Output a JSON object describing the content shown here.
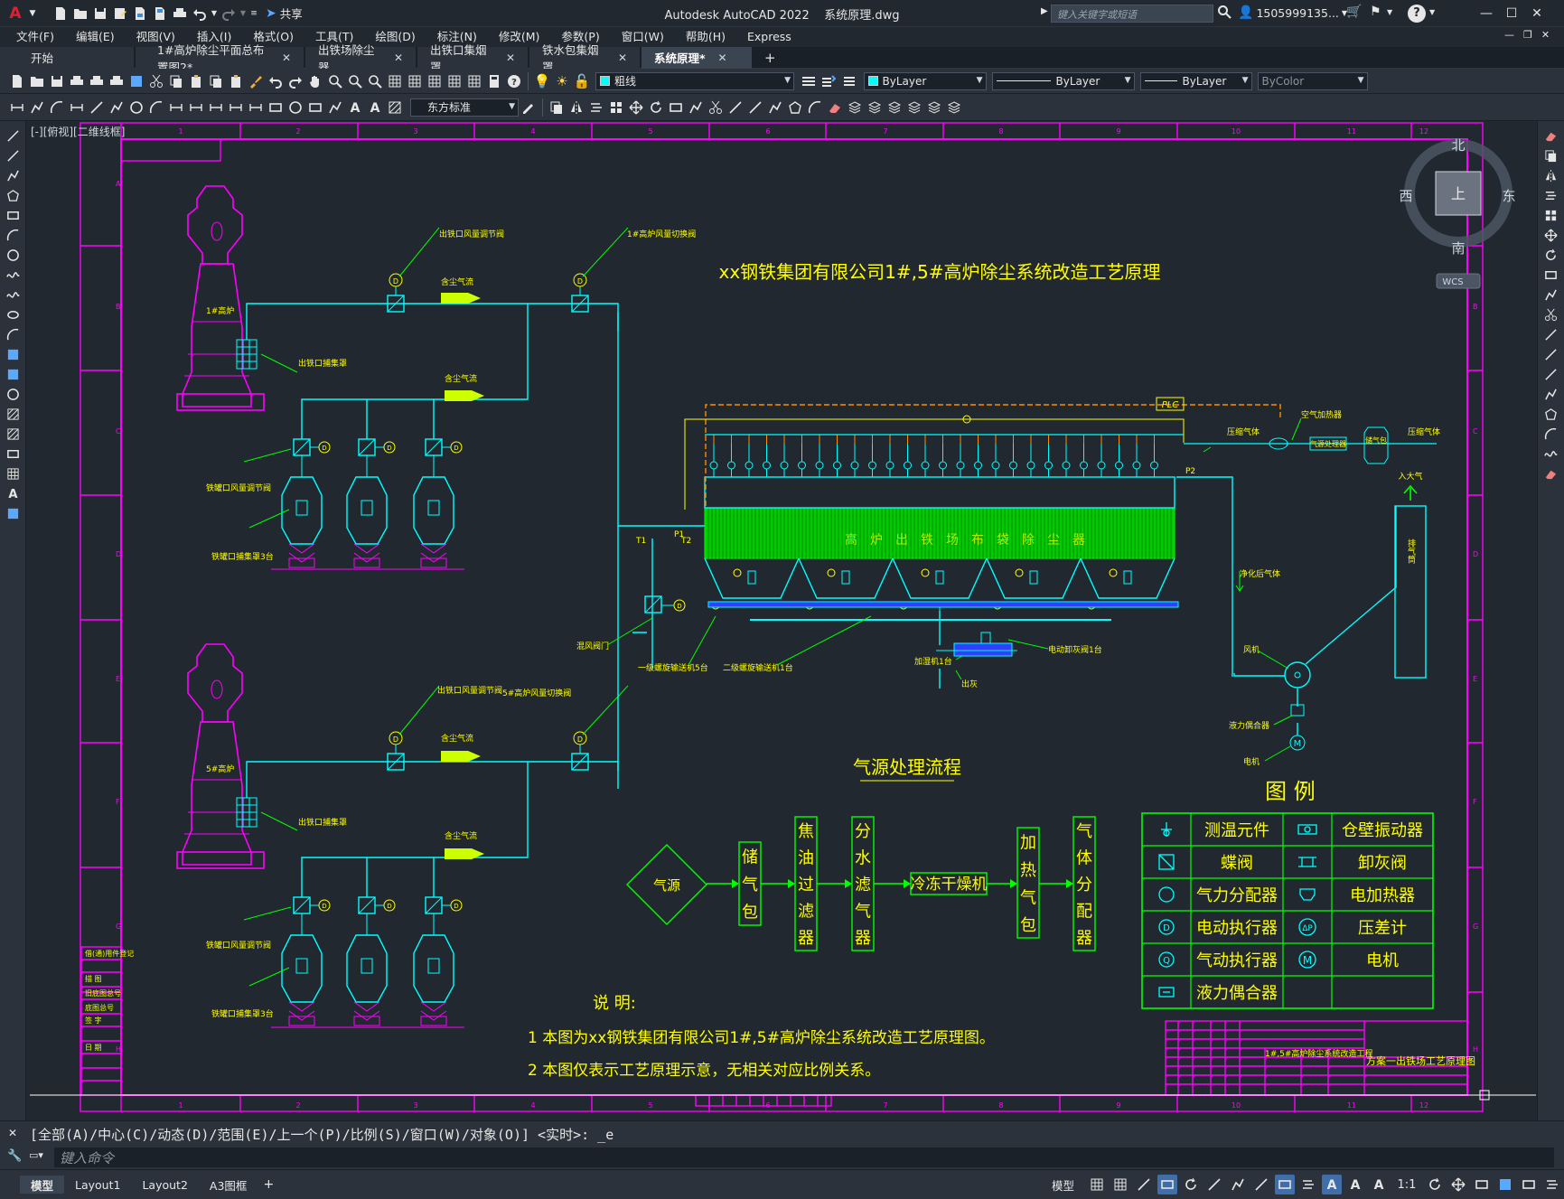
{
  "titlebar": {
    "app_name": "Autodesk AutoCAD 2022",
    "file_name": "系统原理.dwg",
    "share_label": "共享",
    "search_placeholder": "键入关键字或短语",
    "user_name": "1505999135...",
    "help": "?"
  },
  "menu": [
    "文件(F)",
    "编辑(E)",
    "视图(V)",
    "插入(I)",
    "格式(O)",
    "工具(T)",
    "绘图(D)",
    "标注(N)",
    "修改(M)",
    "参数(P)",
    "窗口(W)",
    "帮助(H)",
    "Express"
  ],
  "tabs": [
    {
      "label": "开始",
      "active": false,
      "closable": false
    },
    {
      "label": "1#高炉除尘平面总布置图2*",
      "active": false,
      "closable": true
    },
    {
      "label": "出铁场除尘器",
      "active": false,
      "closable": true
    },
    {
      "label": "出铁口集烟罩",
      "active": false,
      "closable": true
    },
    {
      "label": "铁水包集烟罩",
      "active": false,
      "closable": true
    },
    {
      "label": "系统原理*",
      "active": true,
      "closable": true
    }
  ],
  "toolbar": {
    "layer_name": "粗线",
    "layer_color": "#00ffff",
    "color_value": "ByLayer",
    "linetype_value": "ByLayer",
    "lineweight_value": "ByLayer",
    "plotstyle_value": "ByColor",
    "text_style": "东方标准"
  },
  "viewport": {
    "label": "[-][俯视][二维线框]",
    "compass": {
      "north": "北",
      "south": "南",
      "east": "东",
      "west": "西",
      "top": "上",
      "wcs": "WCS"
    }
  },
  "colors": {
    "frame": "#ff00ff",
    "pipe": "#00ffff",
    "label": "#ffff00",
    "leader": "#00ff00",
    "plc": "#ff8c00",
    "filter": "#00ff00",
    "background": "#212830"
  },
  "drawing": {
    "main_title": "xx钢铁集团有限公司1#,5#高炉除尘系统改造工艺原理",
    "furnace1_label": "1#高炉",
    "furnace5_label": "5#高炉",
    "taphole_damper_1": "出铁口风量调节阀",
    "taphole_damper_5": "出铁口风量调节阀",
    "switch_valve_1": "1#高炉风量切换阀",
    "switch_valve_5": "5#高炉风量切换阀",
    "dust_gas_1a": "含尘气流",
    "dust_gas_1b": "含尘气流",
    "dust_gas_5a": "含尘气流",
    "dust_gas_5b": "含尘气流",
    "taphole_hood_1": "出铁口捕集罩",
    "taphole_hood_5": "出铁口捕集罩",
    "ladle_damper_1": "铁罐口风量调节阀",
    "ladle_damper_5": "铁罐口风量调节阀",
    "ladle_hood_1": "铁罐口捕集罩3台",
    "ladle_hood_5": "铁罐口捕集罩3台",
    "plc": "PLC",
    "air_heater": "空气加热器",
    "compressed_air_in": "压缩气体",
    "compressed_air_out": "压缩气体",
    "gas_processor": "气源处理器",
    "gas_tank": "储气包",
    "p1": "P1",
    "p2": "P2",
    "t1": "T1",
    "t2": "T2",
    "clean_gas": "净化后气体",
    "fan": "风机",
    "fluid_coupling": "液力偶合器",
    "motor": "电机",
    "to_atmosphere": "入大气",
    "stack": "排气筒",
    "mixing_valve": "混风阀门",
    "conveyor1": "一级螺旋输送机5台",
    "conveyor2": "二级螺旋输送机1台",
    "humidifier": "加湿机1台",
    "ash_valve": "电动卸灰阀1台",
    "ash_out": "出灰",
    "dust_collector_text": "高炉出铁场布袋除尘器",
    "flow_title": "气源处理流程",
    "flow_steps": [
      "气源",
      "储气包",
      "焦油过滤器",
      "分水滤气器",
      "冷冻干燥机",
      "加热气包",
      "气体分配器"
    ],
    "legend_title": "图  例",
    "legend": [
      [
        "测温元件",
        "仓壁振动器"
      ],
      [
        "蝶阀",
        "卸灰阀"
      ],
      [
        "气力分配器",
        "电加热器"
      ],
      [
        "电动执行器",
        "压差计"
      ],
      [
        "气动执行器",
        "电机"
      ],
      [
        "液力偶合器",
        ""
      ]
    ],
    "notes_title": "说      明:",
    "notes": [
      "1 本图为xx钢铁集团有限公司1#,5#高炉除尘系统改造工艺原理图。",
      "2 本图仅表示工艺原理示意，无相关对应比例关系。"
    ],
    "titleblock_project": "1#,5#高炉除尘系统改造工程",
    "titleblock_drawing": "方案一出铁场工艺原理图",
    "revision_labels": [
      "借(通)用件登记",
      "描  图",
      "旧底图总号",
      "底图总号",
      "签  字",
      "日  期"
    ],
    "grid_cols": [
      "1",
      "2",
      "3",
      "4",
      "5",
      "6",
      "7",
      "8",
      "9",
      "10",
      "11",
      "12"
    ],
    "grid_rows": [
      "A",
      "B",
      "C",
      "D",
      "E",
      "F",
      "G",
      "H"
    ]
  },
  "command": {
    "history": "[全部(A)/中心(C)/动态(D)/范围(E)/上一个(P)/比例(S)/窗口(W)/对象(O)] <实时>: _e",
    "placeholder": "键入命令"
  },
  "status": {
    "layouts": [
      {
        "label": "模型",
        "active": true
      },
      {
        "label": "Layout1",
        "active": false
      },
      {
        "label": "Layout2",
        "active": false
      },
      {
        "label": "A3图框",
        "active": false
      }
    ],
    "model_label": "模型",
    "scale": "1:1"
  }
}
